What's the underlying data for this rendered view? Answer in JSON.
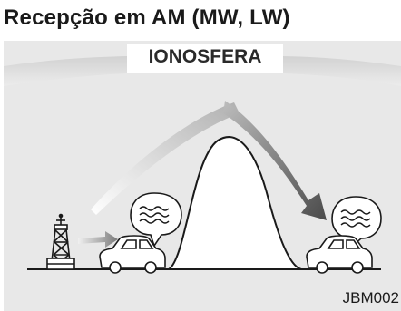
{
  "title": "Recepção em AM (MW, LW)",
  "figure": {
    "ionosphere_label": "IONOSFERA",
    "figure_code": "JBM002"
  },
  "colors": {
    "background": "#e8e8e8",
    "ionosphere_band": "#c8c8c8",
    "mountain": "#ffffff",
    "stroke": "#1a1a1a",
    "wave": "#9a9a9a"
  },
  "icons": [
    "radio-tower-icon",
    "car-icon",
    "speech-bubble-icon",
    "signal-wave-icon",
    "mountain-shape",
    "arrow-icon"
  ]
}
